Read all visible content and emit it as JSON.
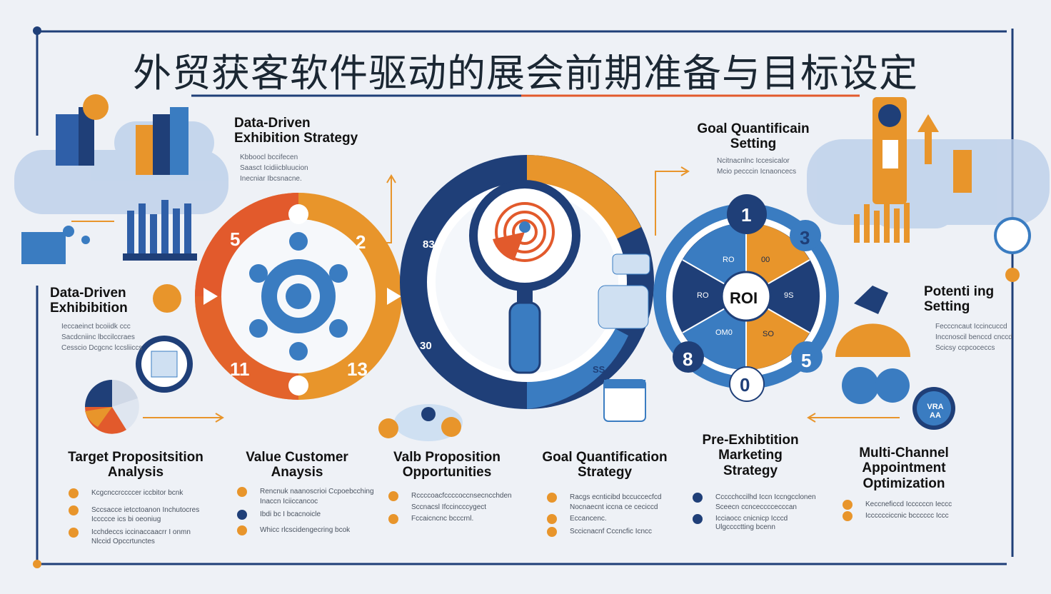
{
  "title": "外贸获客软件驱动的展会前期准备与目标设定",
  "colors": {
    "navy": "#1f3f78",
    "blue": "#3a7cc1",
    "orange": "#e8952b",
    "red": "#e25a2c",
    "light_blue": "#cfe0f2"
  },
  "top_labels": {
    "data_driven_strategy": {
      "line1": "Data-Driven",
      "line2": "Exhibition Strategy",
      "bullets": [
        "Kbboocl bccifecen",
        "Saasct Icidiicbluucion",
        "Inecniar Ibcsnacne."
      ]
    },
    "goal_setting": {
      "line1": "Goal Quantificain",
      "line2": "Setting",
      "bullets": [
        "Ncitnacnlnc Iccesicalor",
        "Mcio pecccin Icnaoncecs"
      ]
    }
  },
  "side_labels": {
    "left": {
      "line1": "Data-Driven",
      "line2": "Exhibibition",
      "bullets": [
        "Ieccaeinct bcoiidk ccc",
        "Sacdcniinc lbccilccraes",
        "Cesscio Dcgcnc lccsliiccs"
      ]
    },
    "right": {
      "line1": "Potenti ing",
      "line2": "Setting",
      "bullets": [
        "Fecccncaut Iccincuccd",
        "Inccnoscil benccd cnccd",
        "Scicsy ccpcoceccs"
      ]
    }
  },
  "wheel_numbers": {
    "top_left": "5",
    "top_right": "2",
    "bottom_left": "11",
    "bottom_right": "13"
  },
  "magnifier": {
    "left_mark": "83",
    "bottom_left": "30",
    "bottom_right": "SS"
  },
  "roi_wheel": {
    "center": "ROI",
    "n1": "1",
    "n3": "3",
    "n8": "8",
    "n5": "5",
    "n0": "0",
    "seg_ro": "RO",
    "seg_00": "00",
    "seg_ro2": "RO",
    "seg_99": "9S",
    "seg_om": "OM0",
    "seg_so": "SO"
  },
  "badge_text": "VRA AA",
  "sections": [
    {
      "title1": "Target Propositsition",
      "title2": "Analysis",
      "items": [
        {
          "text": "Kcgcnccrccccer iccbitor bcnk",
          "color": "#e8952b"
        },
        {
          "text": "Sccsacce ietcctoanon Inchutocres",
          "color": "#e8952b"
        },
        {
          "text": "Iccccce ics bi oeoniug",
          "color": "#e8952b"
        },
        {
          "text": "Icchdeccs iccinaccaacrr I onmn",
          "color": "#e8952b"
        },
        {
          "text": "Nlccid Opccrtunctes",
          "color": "#e8952b"
        }
      ]
    },
    {
      "title1": "Value Customer",
      "title2": "Anaysis",
      "items": [
        {
          "text": "Rencnuk naanoscrioi Ccpoebcching",
          "color": "#e8952b"
        },
        {
          "text": "Inaccn Iciiccancoc",
          "color": "#e8952b"
        },
        {
          "text": "Ibdi bc I bcacnoicle",
          "color": "#1f3f78"
        },
        {
          "text": "Whicc rlcscidengecring bcok",
          "color": "#e8952b"
        }
      ]
    },
    {
      "title1": "Valb Proposition",
      "title2": "Opportunities",
      "items": [
        {
          "text": "Rccccoacfccccoccnsecncchden",
          "color": "#e8952b"
        },
        {
          "text": "Sccnacsl Ifccincccygect",
          "color": "#e8952b"
        },
        {
          "text": "Fccaicncnc bcccrnl.",
          "color": "#e8952b"
        }
      ]
    },
    {
      "title1": "Goal Quantification",
      "title2": "Strategy",
      "items": [
        {
          "text": "Racgs ecnticibd bccuccecfcd",
          "color": "#e8952b"
        },
        {
          "text": "Nocnaecnt iccna ce ceciccd",
          "color": "#e8952b"
        },
        {
          "text": "Eccancenc.",
          "color": "#e8952b"
        },
        {
          "text": "Sccicnacnf Cccncfic Icncc",
          "color": "#e8952b"
        }
      ]
    },
    {
      "title1": "Pre-Exhibtition",
      "title2": "Marketing",
      "title3": "Strategy",
      "items": [
        {
          "text": "Ccccchccilhd Iccn Iccngcclonen",
          "color": "#1f3f78"
        },
        {
          "text": "Sceecn ccnceccccecccan",
          "color": "#e8952b"
        },
        {
          "text": "Icciaocc cnicnicp Icccd",
          "color": "#1f3f78"
        },
        {
          "text": "Ulgcccctting bcenn",
          "color": "#1f3f78"
        }
      ]
    },
    {
      "title1": "Multi-Channel",
      "title2": "Appointment",
      "title3": "Optimization",
      "items": [
        {
          "text": "Keccneficcd Iccccccn Ieccc",
          "color": "#e8952b"
        },
        {
          "text": "Icccccciccnic bcccccc Iccc",
          "color": "#e8952b"
        }
      ]
    }
  ]
}
